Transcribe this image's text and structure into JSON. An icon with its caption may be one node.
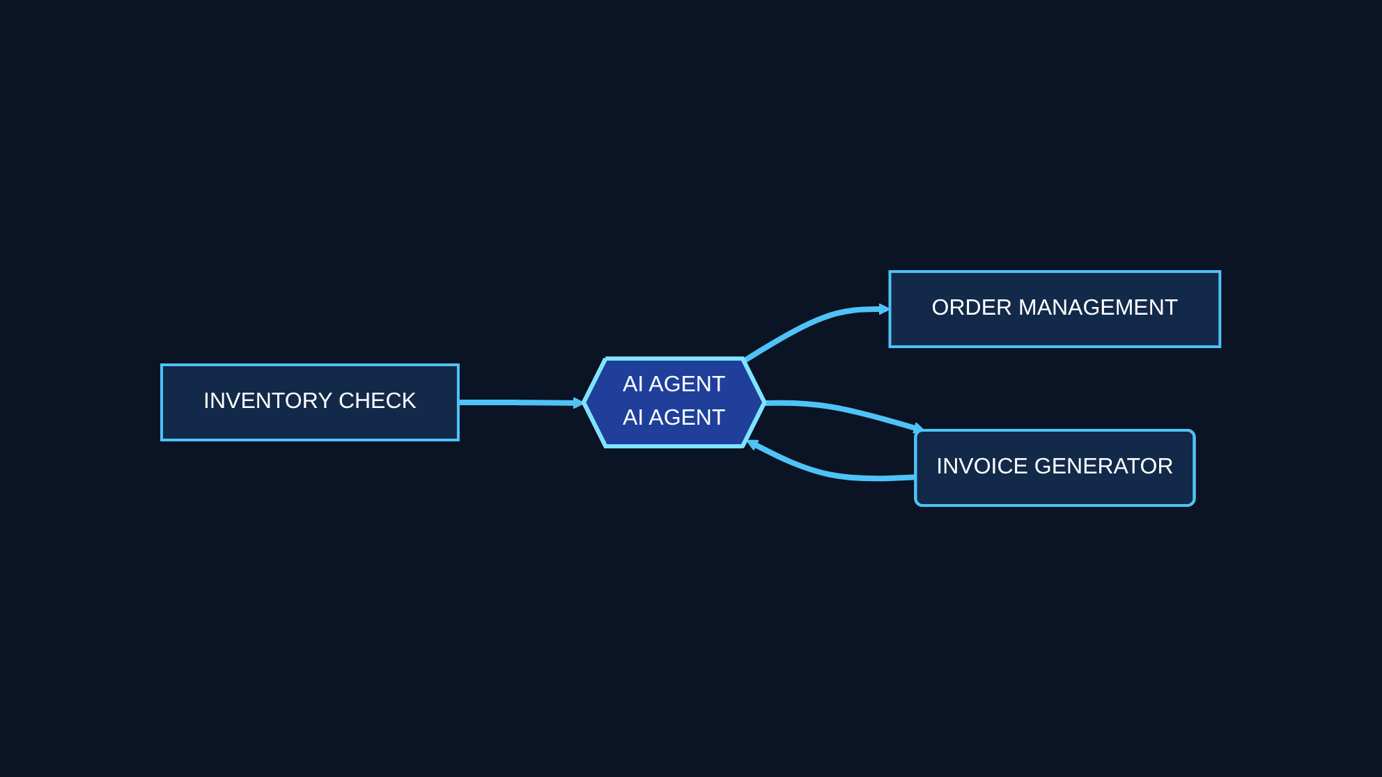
{
  "diagram": {
    "nodes": [
      {
        "text": [
          "INVENTORY CHECK"
        ]
      },
      {
        "text": [
          "AI AGENT",
          "AI AGENT"
        ]
      },
      {
        "text": [
          "ORDER MANAGEMENT"
        ]
      },
      {
        "text": [
          "INVOICE GENERATOR"
        ]
      }
    ],
    "edges": [
      {
        "from": 0,
        "to": 1,
        "arrow": "to"
      },
      {
        "from": 1,
        "to": 2,
        "arrow": "to"
      },
      {
        "from": 3,
        "to": 1,
        "arrow": "to"
      },
      {
        "from": 1,
        "to": 3,
        "arrow": "to"
      }
    ]
  }
}
